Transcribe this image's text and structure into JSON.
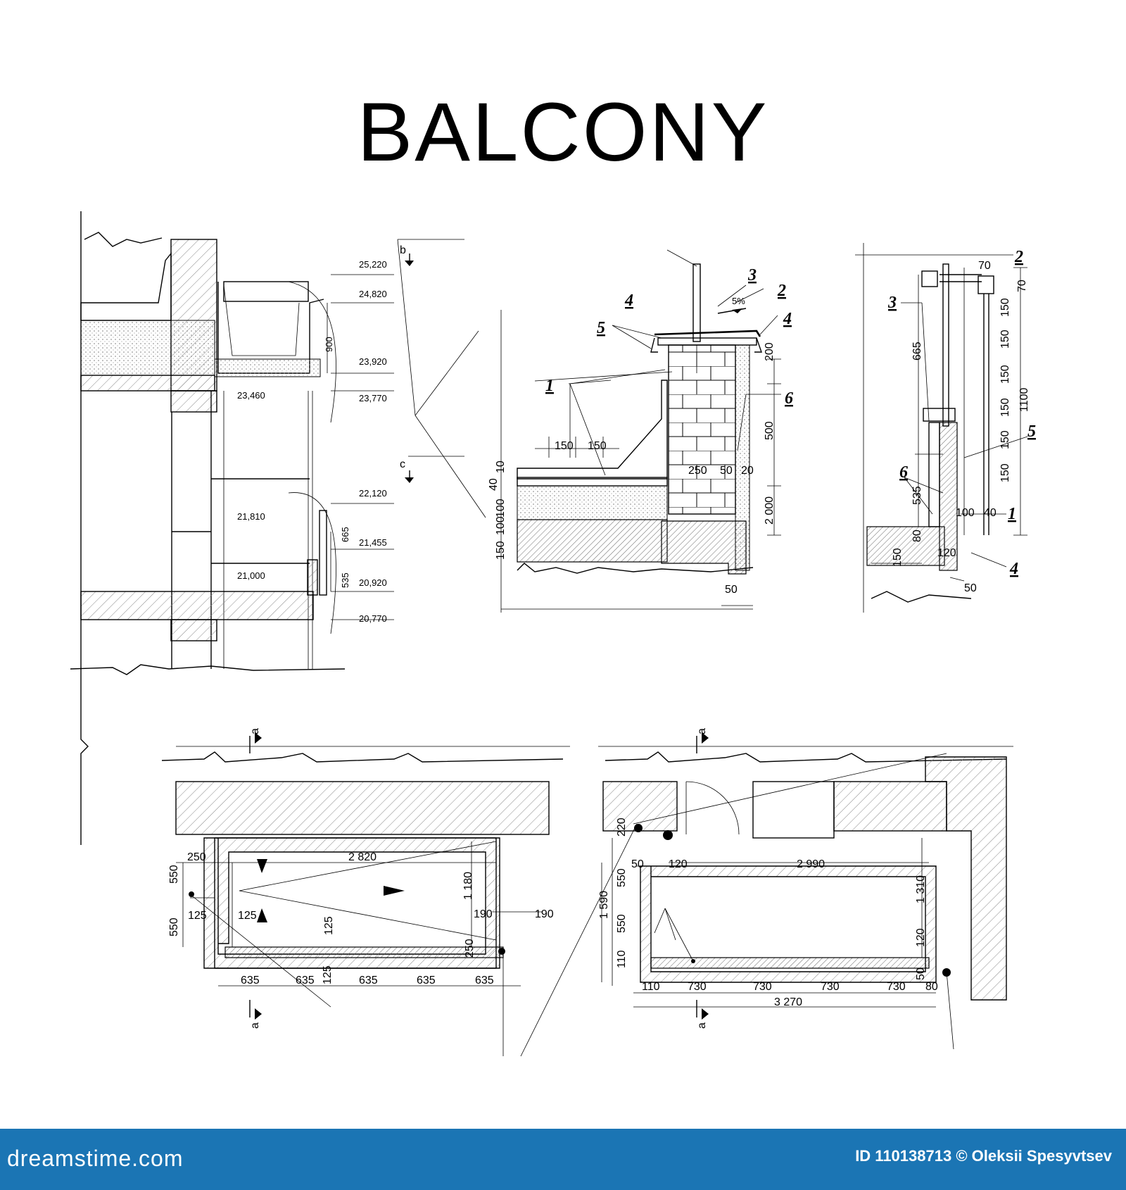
{
  "title": "BALCONY",
  "section_marks": {
    "b": "b",
    "c": "c",
    "a": "a"
  },
  "elevations": [
    "25,220",
    "24,820",
    "23,920",
    "23,770",
    "23,460",
    "22,120",
    "21,810",
    "21,455",
    "21,000",
    "20,920",
    "20,770"
  ],
  "section_dims": {
    "d900": "900",
    "d665": "665",
    "d535": "535"
  },
  "detail1": {
    "callouts": [
      "1",
      "2",
      "3",
      "4",
      "4",
      "5",
      "6"
    ],
    "slope": "5%",
    "dims": [
      "150",
      "150",
      "250",
      "50",
      "20",
      "200",
      "500",
      "2 000",
      "10",
      "40",
      "100",
      "100",
      "150",
      "50"
    ]
  },
  "detail2": {
    "callouts": [
      "1",
      "2",
      "3",
      "4",
      "5",
      "6"
    ],
    "dims": [
      "70",
      "70",
      "150",
      "150",
      "150",
      "150",
      "150",
      "150",
      "1100",
      "665",
      "535",
      "100",
      "40",
      "80",
      "150",
      "120",
      "50"
    ]
  },
  "plan_left": {
    "dims": [
      "250",
      "550",
      "550",
      "125",
      "125",
      "2 820",
      "1 180",
      "190",
      "190",
      "125",
      "125",
      "250",
      "635",
      "635",
      "635",
      "635",
      "635"
    ]
  },
  "plan_right": {
    "dims": [
      "220",
      "50",
      "120",
      "2 990",
      "1 310",
      "550",
      "550",
      "1 590",
      "110",
      "120",
      "50",
      "110",
      "730",
      "730",
      "730",
      "730",
      "80",
      "3 270"
    ]
  },
  "footer": {
    "logo": "dreamstime.com",
    "id_text": "ID 110138713 © Oleksii Spesyvtsev"
  }
}
